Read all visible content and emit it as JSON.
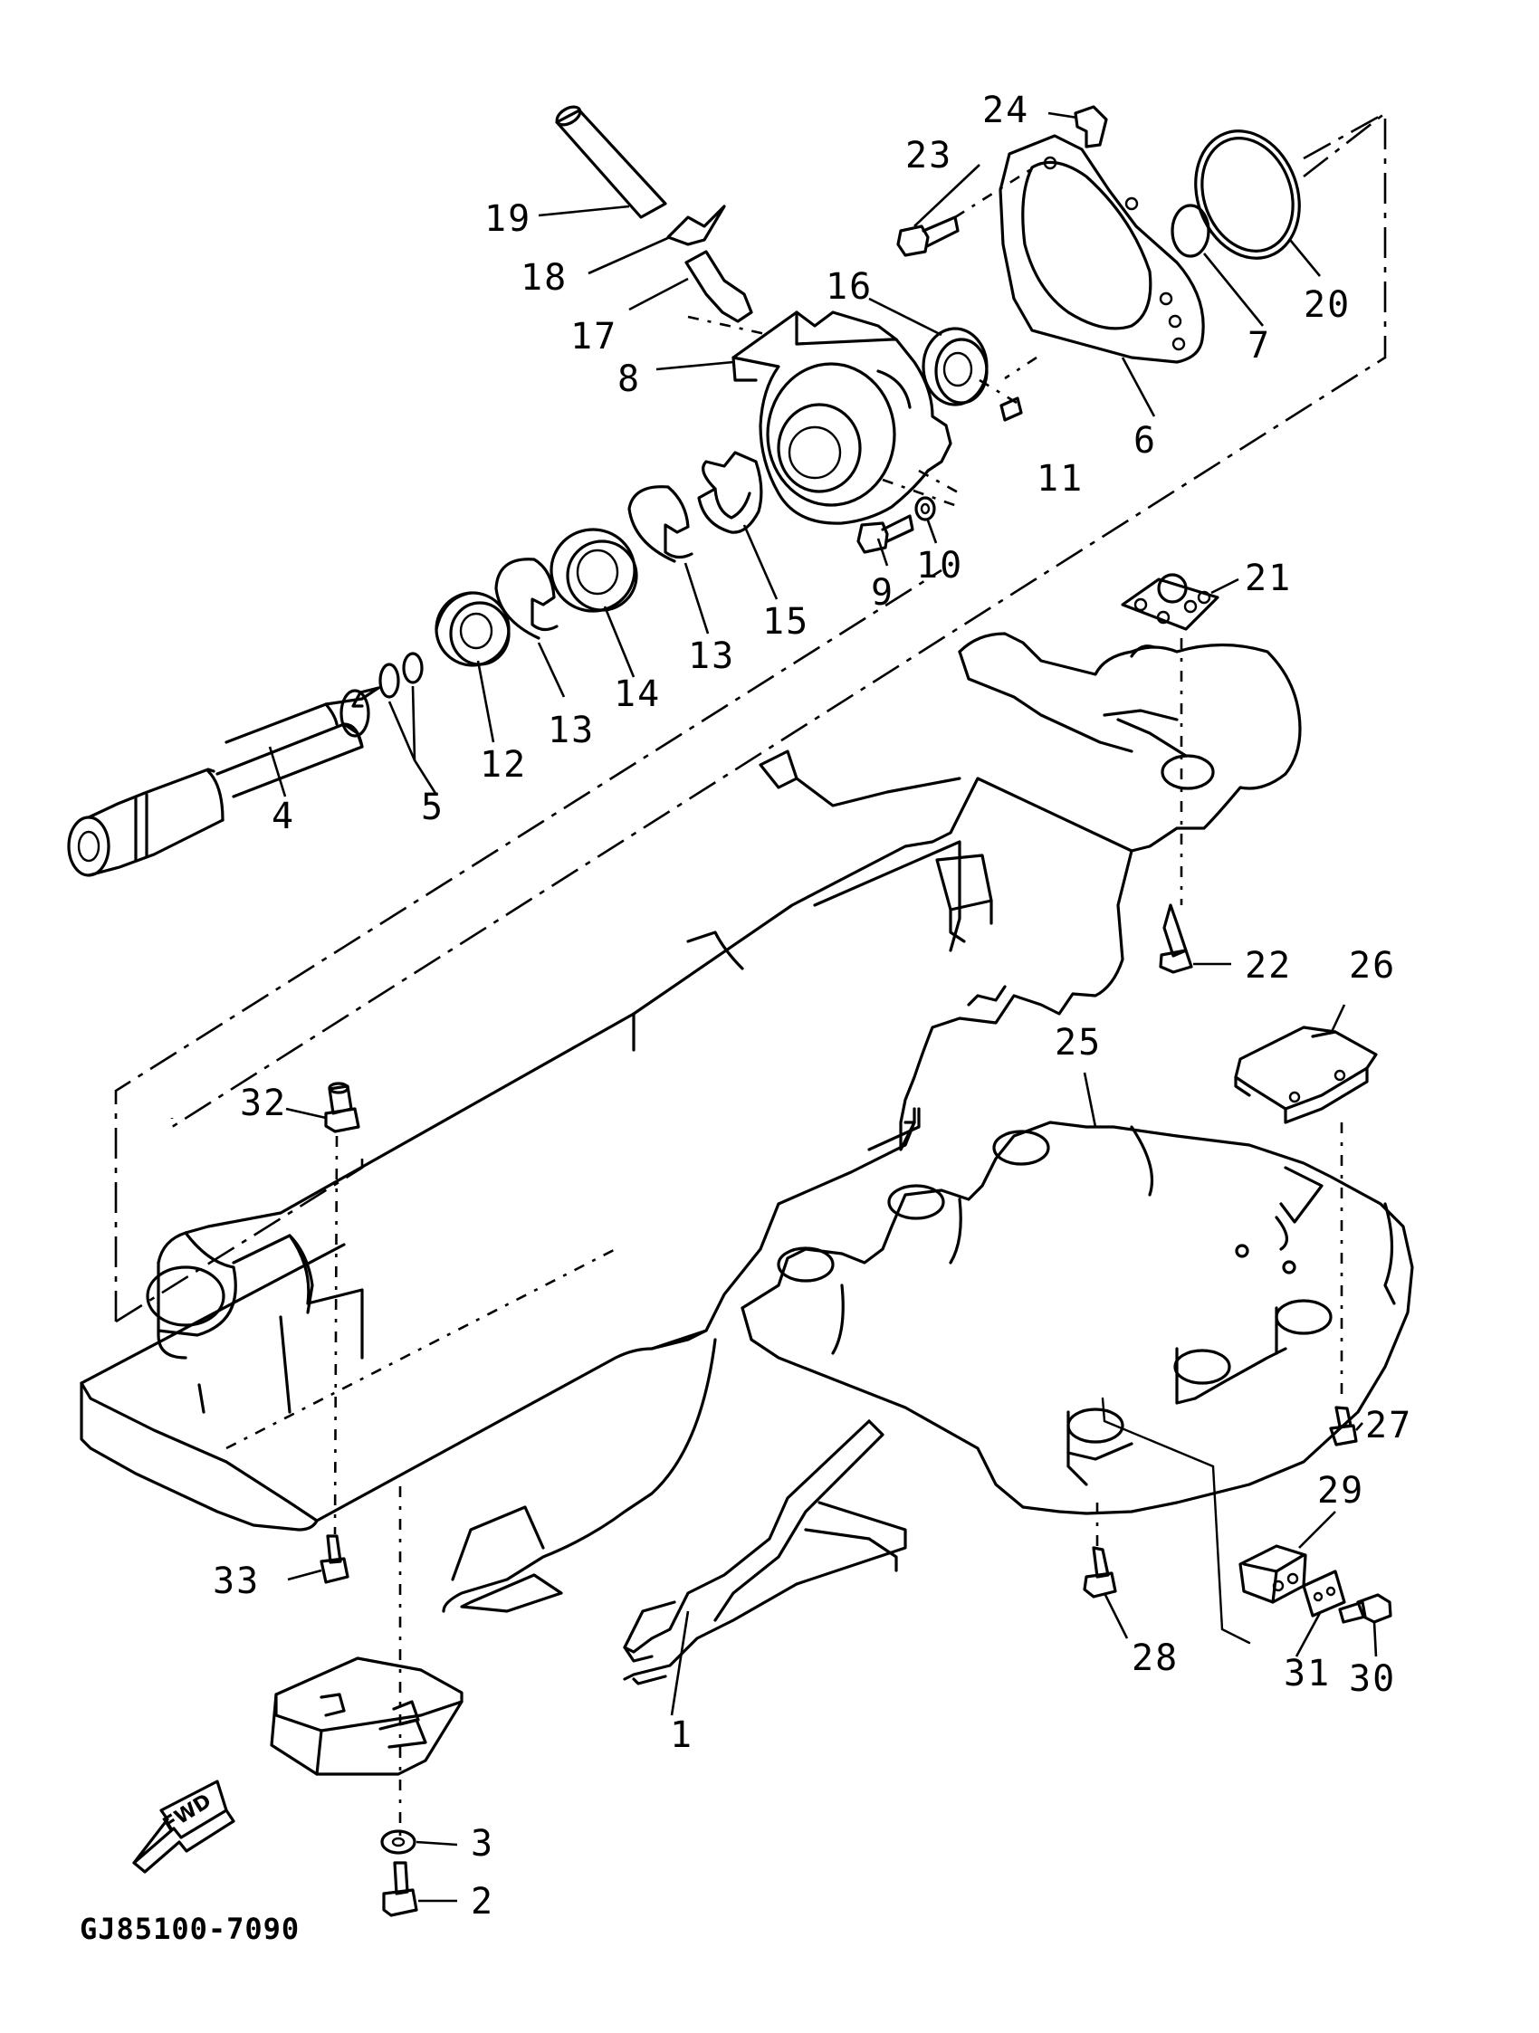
{
  "diagram_code": "GJ85100-7090",
  "fwd_arrow_text": "FWD",
  "callouts": [
    {
      "id": "c1",
      "text": "1"
    },
    {
      "id": "c2",
      "text": "2"
    },
    {
      "id": "c3",
      "text": "3"
    },
    {
      "id": "c4",
      "text": "4"
    },
    {
      "id": "c5",
      "text": "5"
    },
    {
      "id": "c6",
      "text": "6"
    },
    {
      "id": "c7",
      "text": "7"
    },
    {
      "id": "c8",
      "text": "8"
    },
    {
      "id": "c9",
      "text": "9"
    },
    {
      "id": "c10",
      "text": "10"
    },
    {
      "id": "c11",
      "text": "11"
    },
    {
      "id": "c12",
      "text": "12"
    },
    {
      "id": "c13a",
      "text": "13"
    },
    {
      "id": "c13b",
      "text": "13"
    },
    {
      "id": "c14",
      "text": "14"
    },
    {
      "id": "c15",
      "text": "15"
    },
    {
      "id": "c16",
      "text": "16"
    },
    {
      "id": "c17",
      "text": "17"
    },
    {
      "id": "c18",
      "text": "18"
    },
    {
      "id": "c19",
      "text": "19"
    },
    {
      "id": "c20",
      "text": "20"
    },
    {
      "id": "c21",
      "text": "21"
    },
    {
      "id": "c22",
      "text": "22"
    },
    {
      "id": "c23",
      "text": "23"
    },
    {
      "id": "c24",
      "text": "24"
    },
    {
      "id": "c25",
      "text": "25"
    },
    {
      "id": "c26",
      "text": "26"
    },
    {
      "id": "c27",
      "text": "27"
    },
    {
      "id": "c28",
      "text": "28"
    },
    {
      "id": "c29",
      "text": "29"
    },
    {
      "id": "c30",
      "text": "30"
    },
    {
      "id": "c31",
      "text": "31"
    },
    {
      "id": "c32",
      "text": "32"
    },
    {
      "id": "c33",
      "text": "33"
    }
  ]
}
